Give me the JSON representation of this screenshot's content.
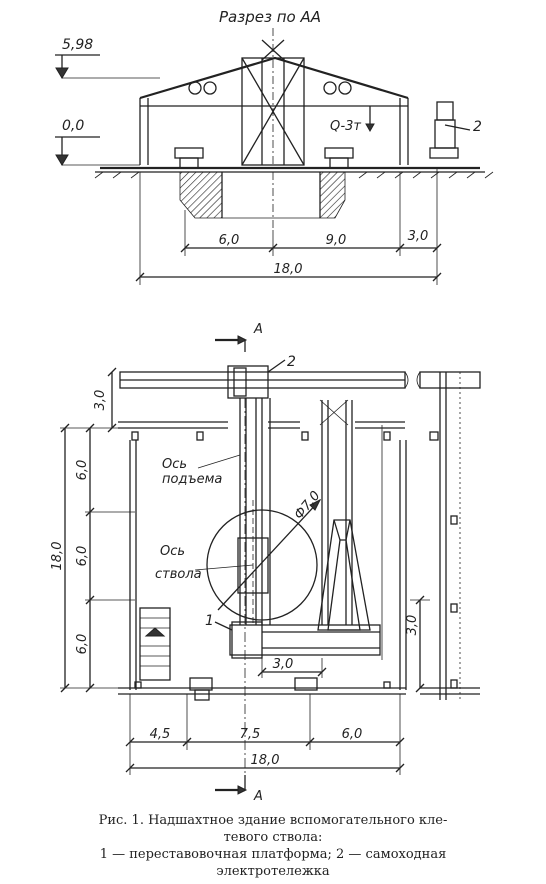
{
  "section": {
    "title": "Разрез по АА",
    "elev_top": "5,98",
    "elev_zero": "0,0",
    "crane": "Q-3т",
    "callout_2": "2",
    "dims": [
      "6,0",
      "9,0",
      "3,0",
      "18,0"
    ]
  },
  "plan": {
    "section_a_top": "А",
    "section_a_bottom": "А",
    "callout_1": "1",
    "callout_2": "2",
    "hoist_axis": [
      "Ось",
      "подъема"
    ],
    "shaft_axis": [
      "Ось",
      "ствола"
    ],
    "diameter": "Ф7,0",
    "left_dims": [
      "3,0",
      "6,0",
      "6,0",
      "6,0"
    ],
    "left_total": "18,0",
    "right_dim": "3,0",
    "inner_dim": "3,0",
    "bottom_dims": [
      "4,5",
      "7,5",
      "6,0"
    ],
    "bottom_total": "18,0"
  },
  "caption": {
    "line1": "Рис. 1. Надшахтное здание вспомогательного кле-",
    "line2": "тевого ствола:",
    "line3": "1 — переставовочная платформа; 2 — самоходная",
    "line4": "электротележка"
  }
}
